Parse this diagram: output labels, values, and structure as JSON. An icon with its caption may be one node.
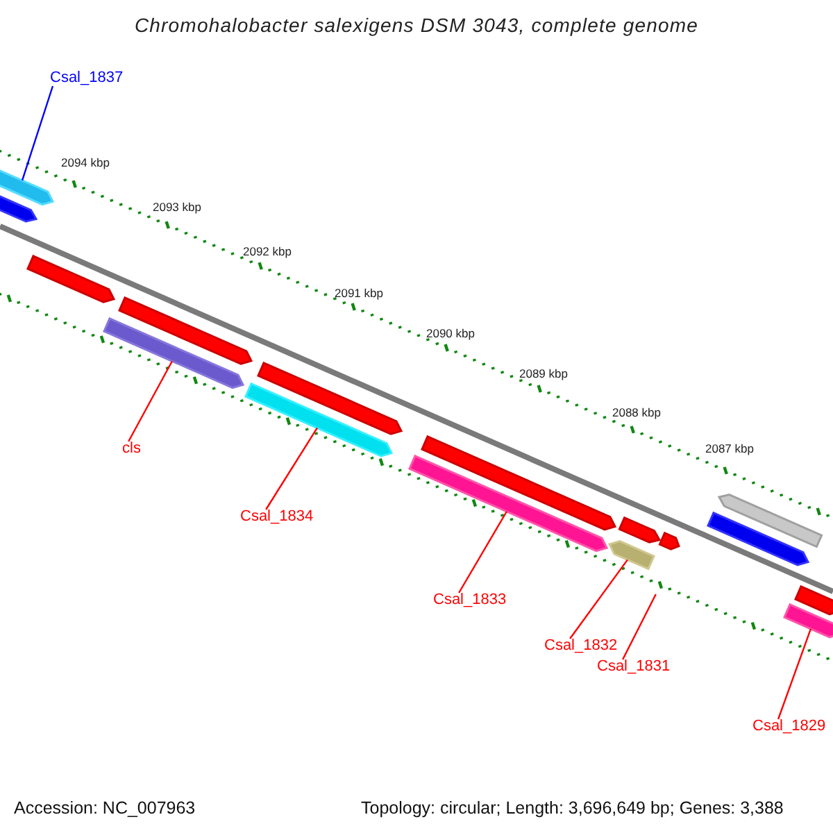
{
  "diagram": {
    "title": "Chromohalobacter salexigens DSM 3043, complete genome",
    "nodes": [
      {
        "text": [
          "Csal_1837"
        ]
      },
      {
        "text": [
          "cls"
        ]
      },
      {
        "text": [
          "Csal_1834"
        ]
      },
      {
        "text": [
          "Csal_1833"
        ]
      },
      {
        "text": [
          "Csal_1832"
        ]
      },
      {
        "text": [
          "Csal_1831"
        ]
      },
      {
        "text": [
          "Csal_1829"
        ]
      },
      {
        "text": [],
        "shape": "bar"
      },
      {
        "text": [],
        "shape": "bar"
      },
      {
        "text": [],
        "shape": "bar"
      },
      {
        "text": [],
        "shape": "bar"
      },
      {
        "text": [],
        "shape": "bar"
      },
      {
        "text": [],
        "shape": "bar"
      },
      {
        "text": [],
        "shape": "bar"
      },
      {
        "text": [],
        "shape": "bar"
      },
      {
        "text": [],
        "shape": "bar"
      },
      {
        "text": [],
        "shape": "bar"
      },
      {
        "text": [],
        "shape": "bar"
      },
      {
        "text": [],
        "shape": "bar"
      },
      {
        "text": [],
        "shape": "bar"
      },
      {
        "text": [],
        "shape": "bar"
      },
      {
        "text": [],
        "shape": "bar"
      },
      {
        "text": [],
        "shape": "bar"
      }
    ],
    "edges": [
      {
        "from": 0,
        "to": 7,
        "arrow": "none",
        "color": "#0000ff"
      },
      {
        "from": 1,
        "to": 10,
        "arrow": "none"
      },
      {
        "from": 2,
        "to": 12,
        "arrow": "none"
      },
      {
        "from": 3,
        "to": 14,
        "arrow": "none"
      },
      {
        "from": 4,
        "to": 16,
        "arrow": "none"
      },
      {
        "from": 5,
        "to": null,
        "arrow": "none"
      },
      {
        "from": 6,
        "to": 21,
        "arrow": "none"
      }
    ],
    "labels": [
      "2094 kbp",
      "2093 kbp",
      "2092 kbp",
      "2091 kbp",
      "2090 kbp",
      "2089 kbp",
      "2088 kbp",
      "2087 kbp",
      "Accession: NC_007963",
      "Topology: circular; Length: 3,696,649 bp; Genes: 3,388"
    ]
  }
}
